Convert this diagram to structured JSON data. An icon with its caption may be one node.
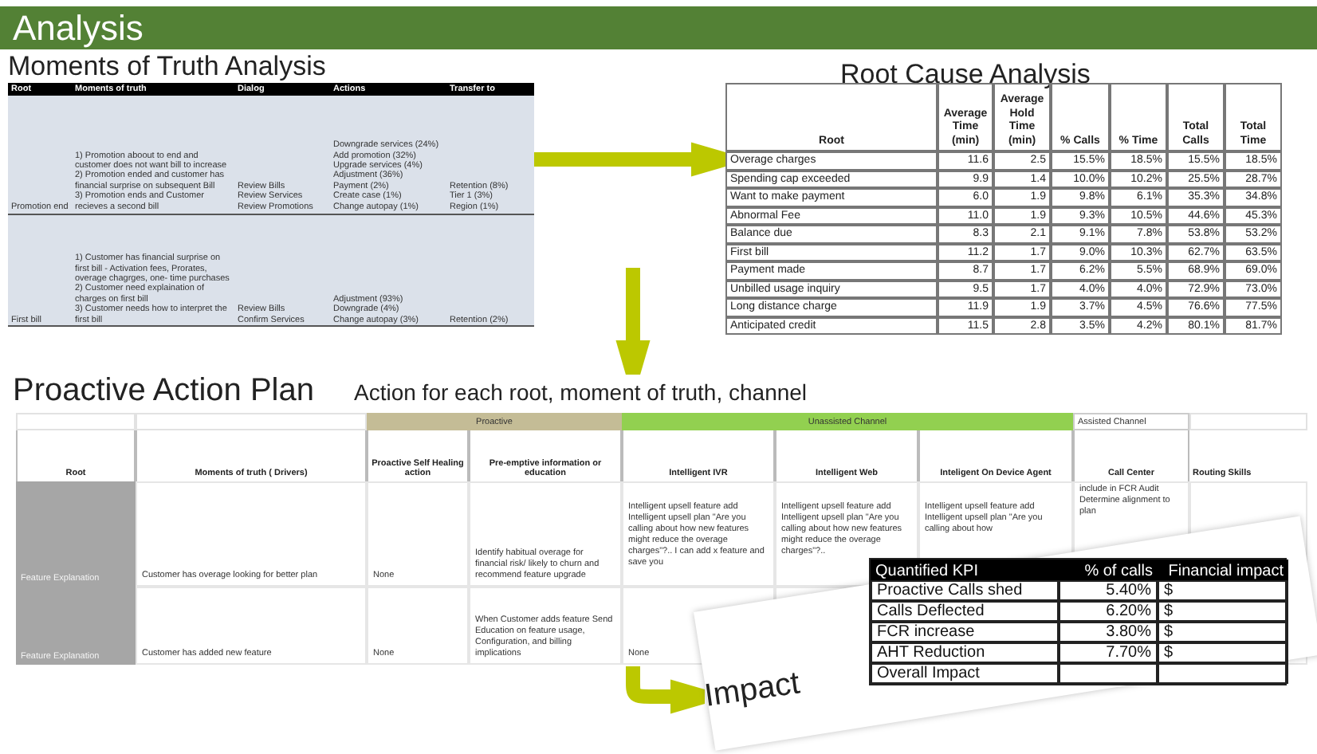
{
  "diagram": {
    "title": "Analysis",
    "nodes": [
      {
        "text": [
          "Moments of Truth Analysis",
          "Root",
          "Moments of truth",
          "Dialog",
          "Actions",
          "Transfer to",
          "Promotion end",
          "1) Promotion aboout to end and customer does not want bill to increase",
          "2) Promotion ended and customer has financial surprise on subsequent Bill",
          "3) Promotion ends and Customer recieves a second bill",
          "Review Bills",
          "Review Services",
          "Review Promotions",
          "Downgrade services (24%)",
          "Add promotion (32%)",
          "Upgrade services (4%)",
          "Adjustment (36%)",
          "Payment (2%)",
          "Create case (1%)",
          "Change autopay (1%)",
          "Retention (8%)",
          "Tier 1 (3%)",
          "Region (1%)",
          "First bill",
          "1) Customer has financial surprise on first bill - Activation fees, Prorates, overage chagrges, one- time purchases",
          "2) Customer need explaination of charges on first bill",
          "3) Customer needs how to interpret the first bill",
          "Review Bills",
          "Confirm Services",
          "Adjustment (93%)",
          "Downgrade (4%)",
          "Change autopay (3%)",
          "Retention (2%)"
        ]
      },
      {
        "text": [
          "Root Cause Analysis",
          "Root",
          "Average Time (min)",
          "Average Hold Time (min)",
          "% Calls",
          "% Time",
          "Total Calls",
          "Total Time",
          "Overage charges",
          "11.6",
          "2.5",
          "15.5%",
          "18.5%",
          "15.5%",
          "18.5%",
          "Spending cap exceeded",
          "9.9",
          "1.4",
          "10.0%",
          "10.2%",
          "25.5%",
          "28.7%",
          "Want to make payment",
          "6.0",
          "1.9",
          "9.8%",
          "6.1%",
          "35.3%",
          "34.8%",
          "Abnormal Fee",
          "11.0",
          "1.9",
          "9.3%",
          "10.5%",
          "44.6%",
          "45.3%",
          "Balance due",
          "8.3",
          "2.1",
          "9.1%",
          "7.8%",
          "53.8%",
          "53.2%",
          "First bill",
          "11.2",
          "1.7",
          "9.0%",
          "10.3%",
          "62.7%",
          "63.5%",
          "Payment made",
          "8.7",
          "1.7",
          "6.2%",
          "5.5%",
          "68.9%",
          "69.0%",
          "Unbilled usage inquiry",
          "9.5",
          "1.7",
          "4.0%",
          "4.0%",
          "72.9%",
          "73.0%",
          "Long distance charge",
          "11.9",
          "1.9",
          "3.7%",
          "4.5%",
          "76.6%",
          "77.5%",
          "Anticipated credit",
          "11.5",
          "2.8",
          "3.5%",
          "4.2%",
          "80.1%",
          "81.7%"
        ]
      },
      {
        "text": [
          "Proactive Action Plan",
          "Action for each root, moment of truth, channel",
          "Proactive",
          "Unassisted Channel",
          "Assisted Channel",
          "Root",
          "Moments of truth ( Drivers)",
          "Proactive Self Healing action",
          "Pre-emptive information or education",
          "Intelligent IVR",
          "Intelligent Web",
          "Inteligent On Device Agent",
          "Call Center",
          "Routing Skills",
          "Feature Explanation",
          "Customer has overage looking for better plan",
          "None",
          "Identify habitual overage for financial risk/ likely to churn and recommend feature upgrade",
          "Intelligent upsell feature add Intelligent upsell plan \"Are you calling about how new features might reduce the overage charges\"?.. I can add x feature and save you",
          "Intelligent upsell feature add Intelligent upsell plan \"Are you calling about how new features might reduce the overage charges\"?..",
          "Intelligent upsell feature add Intelligent upsell plan \"Are you calling about how",
          "include in FCR Audit Determine alignment to plan",
          "Feature Explanation",
          "Customer has added new feature",
          "None",
          "When Customer adds feature Send Education on feature usage, Configuration, and billing implications",
          "None"
        ]
      },
      {
        "text": [
          "Impact"
        ]
      },
      {
        "text": [
          "Quantified KPI",
          "% of calls",
          "Financial impact",
          "Proactive Calls shed",
          "5.40%",
          "$",
          "Calls Deflected",
          "6.20%",
          "$",
          "FCR increase",
          "3.80%",
          "$",
          "AHT Reduction",
          "7.70%",
          "$",
          "Overall Impact"
        ]
      }
    ],
    "edges": [
      {
        "from": 0,
        "to": 1,
        "arrow": "to"
      },
      {
        "from": null,
        "to": 2,
        "arrow": "to"
      },
      {
        "from": 2,
        "to": 3,
        "arrow": "to"
      }
    ]
  }
}
